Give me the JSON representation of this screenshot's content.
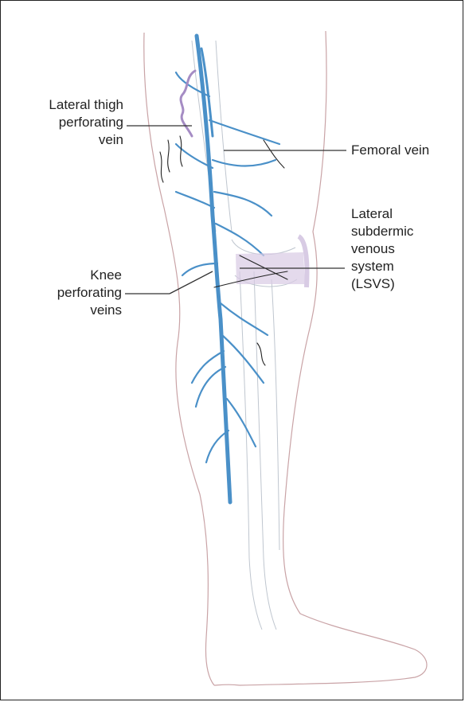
{
  "labels": {
    "lateral_thigh": "Lateral thigh\nperforating\nvein",
    "femoral": "Femoral vein",
    "lsvs": "Lateral\nsubdermic\nvenous\nsystem\n(LSVS)",
    "knee": "Knee\nperforating\nveins"
  },
  "colors": {
    "vein": "#4a90c8",
    "perforator": "#a58cc4",
    "outline": "#c9a3a6",
    "bone": "#bfc6cf",
    "black_vessels": "#222222",
    "leader": "#333333"
  }
}
